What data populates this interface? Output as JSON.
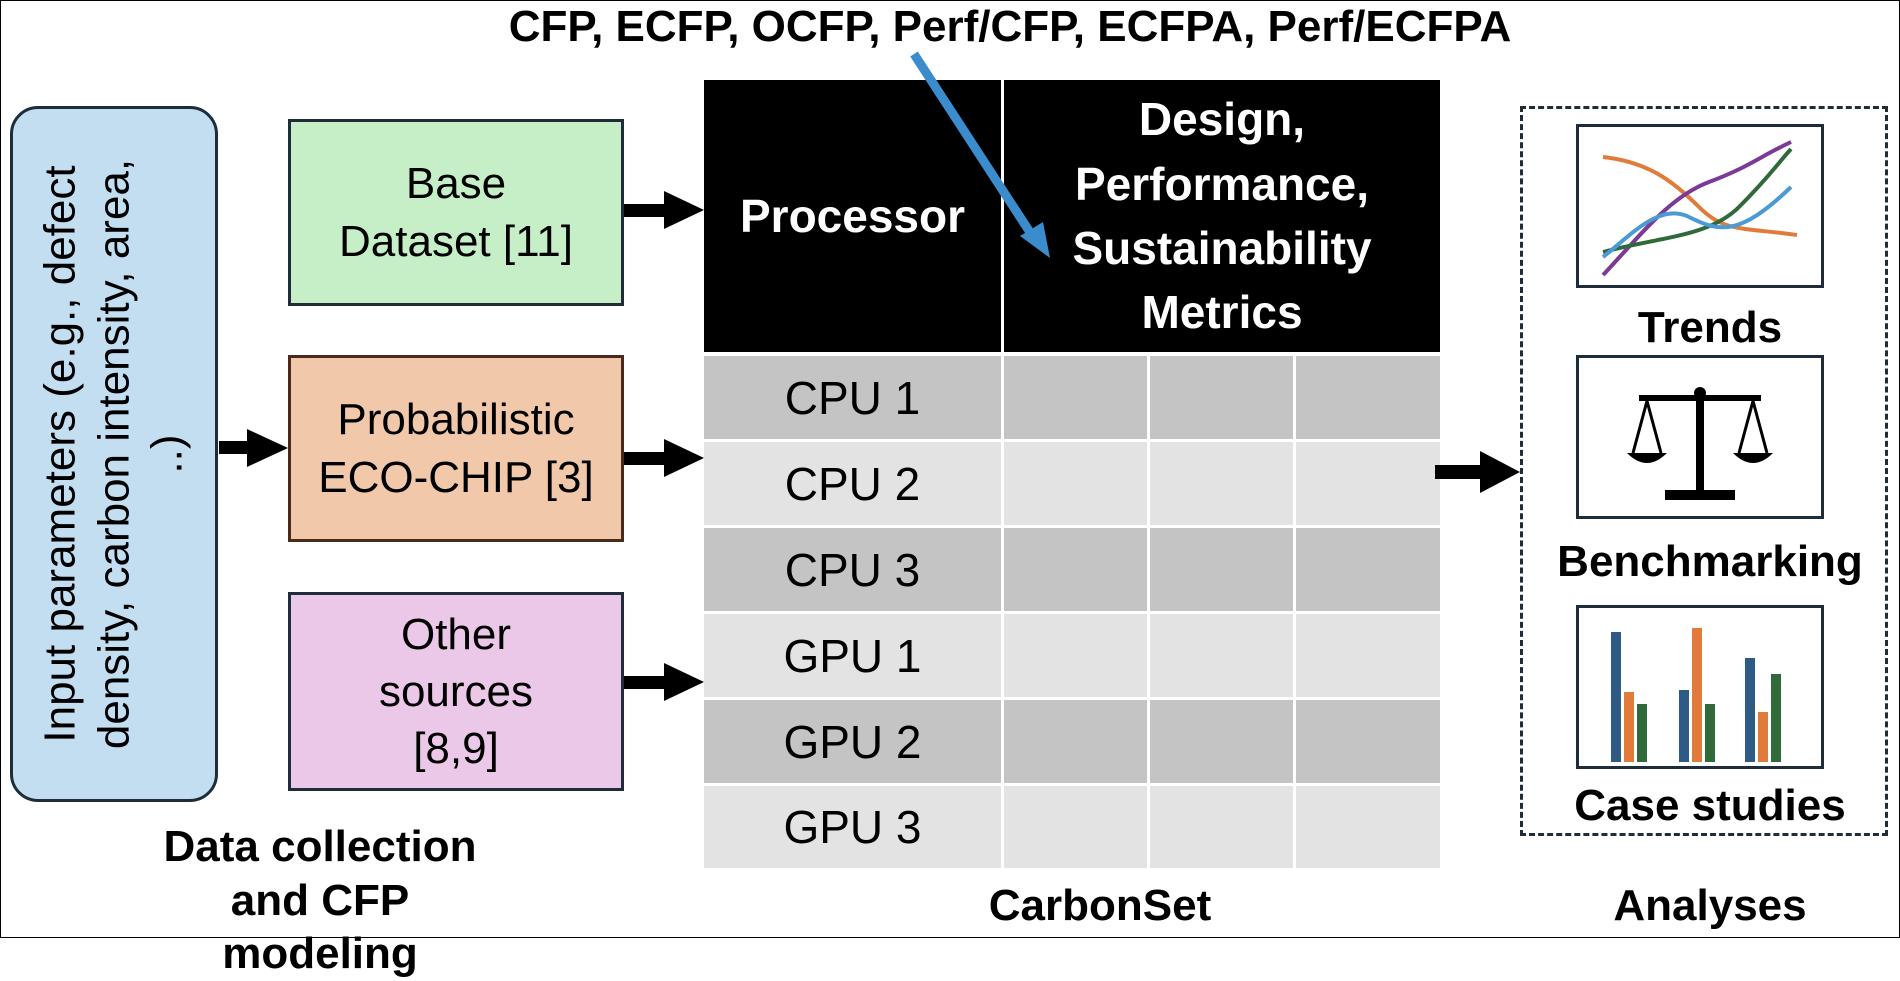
{
  "top_metrics": "CFP, ECFP, OCFP, Perf/CFP, ECFPA, Perf/ECFPA",
  "input_params": "Input parameters (e.g., defect density, carbon intensity, area, ..)",
  "sources": [
    {
      "label": "Base Dataset [11]",
      "color": "#c6efc8"
    },
    {
      "label": "Probabilistic ECO-CHIP [3]",
      "color": "#f2c8aa"
    },
    {
      "label": "Other sources [8,9]",
      "color": "#ebc8e8"
    }
  ],
  "table": {
    "header_processor": "Processor",
    "header_metrics": "Design, Performance, Sustainability Metrics",
    "rows": [
      "CPU 1",
      "CPU 2",
      "CPU 3",
      "GPU 1",
      "GPU 2",
      "GPU 3"
    ]
  },
  "captions": {
    "data_collection": "Data collection and CFP modeling",
    "carbonset": "CarbonSet",
    "analyses": "Analyses"
  },
  "analyses": [
    {
      "label": "Trends",
      "icon": "line-chart-icon"
    },
    {
      "label": "Benchmarking",
      "icon": "scale-icon"
    },
    {
      "label": "Case studies",
      "icon": "bar-chart-icon"
    }
  ],
  "colors": {
    "input_box": "#c2def0",
    "row_dark": "#c4c4c4",
    "row_light": "#e3e3e3",
    "arrow_blue": "#3a8ccc"
  }
}
